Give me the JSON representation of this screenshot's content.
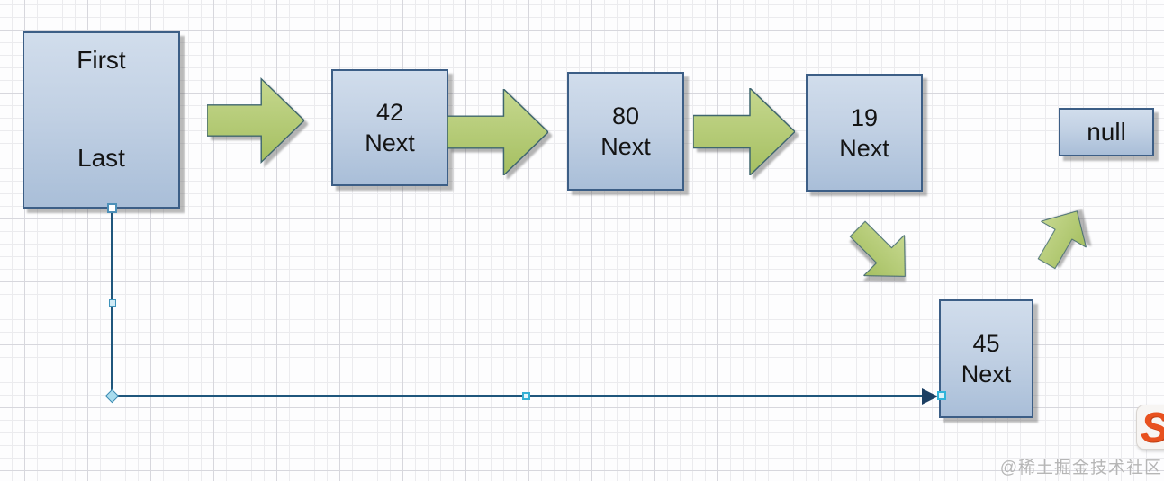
{
  "diagram": {
    "head_box": {
      "first_label": "First",
      "last_label": "Last"
    },
    "nodes": [
      {
        "value": "42",
        "pointer_label": "Next"
      },
      {
        "value": "80",
        "pointer_label": "Next"
      },
      {
        "value": "19",
        "pointer_label": "Next"
      },
      {
        "value": "45",
        "pointer_label": "Next"
      }
    ],
    "null_box": {
      "label": "null"
    }
  },
  "watermark": {
    "text": "@稀土掘金技术社区"
  },
  "logo": {
    "glyph": "S"
  },
  "colors": {
    "node_fill_top": "#d1ddec",
    "node_fill_bottom": "#a9bed8",
    "node_border": "#3c5e86",
    "arrow_fill_top": "#c6d88f",
    "arrow_fill_bottom": "#a5bf61",
    "arrow_border": "#3f666e",
    "connector_blue": "#1f567c",
    "arrowhead_navy": "#1c3f63",
    "handle_cyan": "#2fb3d9",
    "watermark_gray": "#b6b6b6",
    "logo_orange": "#e8511f"
  }
}
